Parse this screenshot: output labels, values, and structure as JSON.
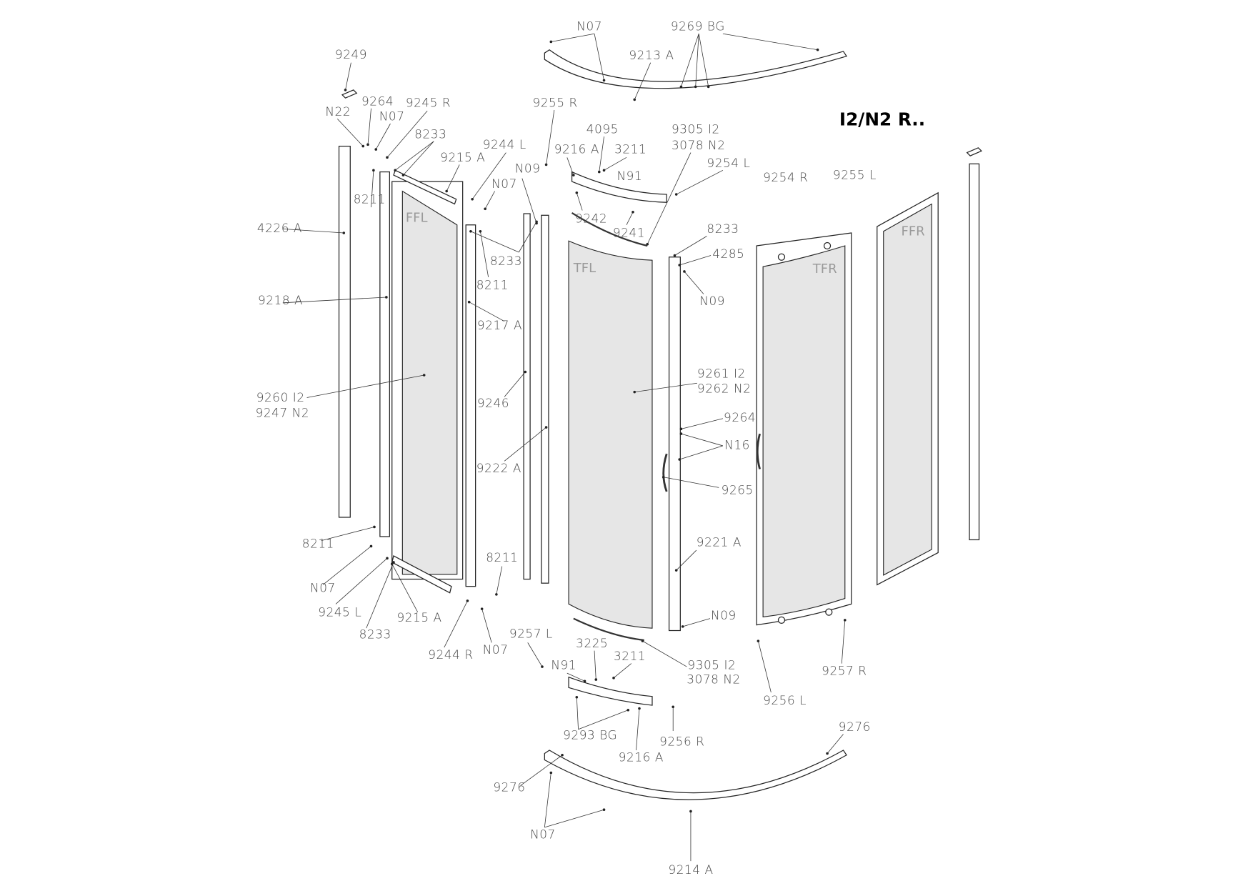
{
  "title": "I2/N2 R..",
  "glass_labels": [
    "FFL",
    "TFL",
    "TFR",
    "FFR"
  ],
  "labels": [
    "N07",
    "9269 BG",
    "9249",
    "9213 A",
    "9264",
    "9245 R",
    "N22",
    "N07",
    "9255 R",
    "4095",
    "9305 I2",
    "3078 N2",
    "8233",
    "9216 A",
    "3211",
    "9244 L",
    "9215 A",
    "9254 L",
    "N09",
    "N91",
    "9254 R",
    "9255 L",
    "N07",
    "8211",
    "9242",
    "4226 A",
    "8233",
    "9241",
    "4285",
    "8233",
    "8211",
    "9218 A",
    "N09",
    "9217 A",
    "9261 I2",
    "9262 N2",
    "9260 I2",
    "9247 N2",
    "9246",
    "9264",
    "N16",
    "9222 A",
    "9265",
    "9221 A",
    "8211",
    "8211",
    "N07",
    "9245 L",
    "9215 A",
    "N09",
    "8233",
    "9257 L",
    "3225",
    "9244 R",
    "N07",
    "3211",
    "9305 I2",
    "3078 N2",
    "N91",
    "9257 R",
    "9256 L",
    "9276",
    "9293 BG",
    "9256 R",
    "9216 A",
    "9276",
    "N07",
    "9214 A"
  ]
}
